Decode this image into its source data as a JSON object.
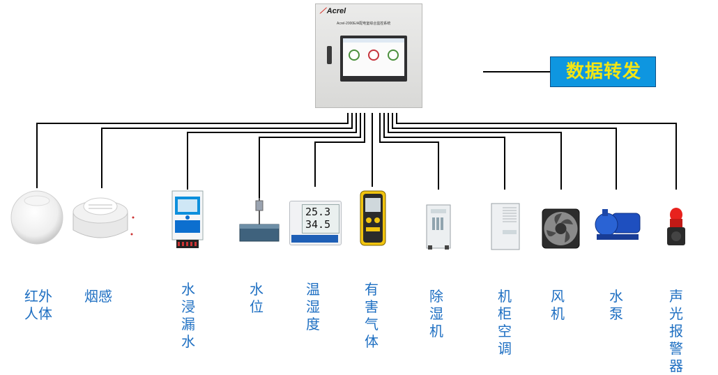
{
  "cabinet": {
    "brand": "Acrel",
    "title": "Acrel-2000E/A配电室综合监控系统"
  },
  "forwarding": {
    "label": "数据转发"
  },
  "devices": [
    {
      "label": "红外\n人体",
      "icon": "infrared-sensor-icon"
    },
    {
      "label": "烟感",
      "icon": "smoke-detector-icon"
    },
    {
      "label": "水\n浸\n漏\n水",
      "icon": "water-leak-detector-icon"
    },
    {
      "label": "水\n位",
      "icon": "water-level-sensor-icon"
    },
    {
      "label": "温\n湿\n度",
      "icon": "temp-humidity-sensor-icon"
    },
    {
      "label": "有\n害\n气\n体",
      "icon": "gas-detector-icon"
    },
    {
      "label": "除\n湿\n机",
      "icon": "dehumidifier-icon"
    },
    {
      "label": "机\n柜\n空\n调",
      "icon": "cabinet-ac-icon"
    },
    {
      "label": "风\n机",
      "icon": "fan-icon"
    },
    {
      "label": "水\n泵",
      "icon": "water-pump-icon"
    },
    {
      "label": "声\n光\n报\n警\n器",
      "icon": "alarm-light-icon"
    }
  ],
  "display": {
    "temp": "25.3",
    "humidity": "34.5"
  }
}
